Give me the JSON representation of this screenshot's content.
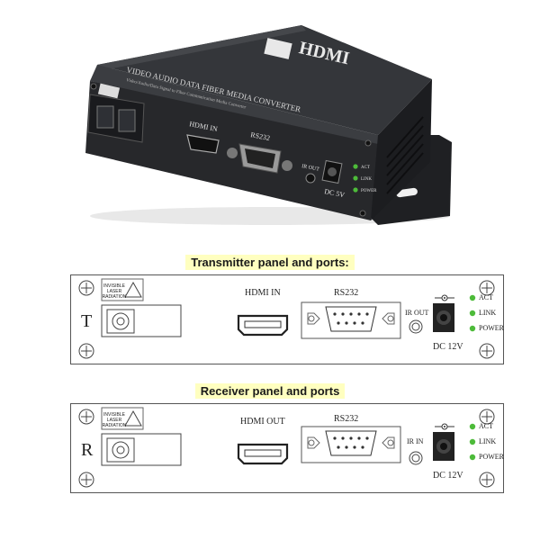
{
  "device": {
    "front_text": "VIDEO AUDIO DATA FIBER MEDIA CONVERTER",
    "sub_text": "Video/Audio/Data Signal to Fiber Communication Media Converter",
    "logo_text": "HDMI",
    "port_hdmi": "HDMI IN",
    "port_rs232": "RS232",
    "port_ir": "IR OUT",
    "port_dc": "DC 5V",
    "led_labels": [
      "ACT",
      "LINK",
      "POWER"
    ]
  },
  "transmitter": {
    "heading": "Transmitter panel and ports:",
    "letter": "T",
    "warning": [
      "INVISIBLE",
      "LASER",
      "RADIATION"
    ],
    "hdmi_label": "HDMI IN",
    "rs232_label": "RS232",
    "ir_label": "IR OUT",
    "dc_label": "DC 12V",
    "leds": [
      "ACT",
      "LINK",
      "POWER"
    ]
  },
  "receiver": {
    "heading": "Receiver panel and ports",
    "letter": "R",
    "warning": [
      "INVISIBLE",
      "LASER",
      "RADIATION"
    ],
    "hdmi_label": "HDMI OUT",
    "rs232_label": "RS232",
    "ir_label": "IR IN",
    "dc_label": "DC 12V",
    "leds": [
      "ACT",
      "LINK",
      "POWER"
    ]
  },
  "colors": {
    "device_body": "#2b2d30",
    "led": "#4dbb3a",
    "heading_highlight": "#ffffc0"
  }
}
